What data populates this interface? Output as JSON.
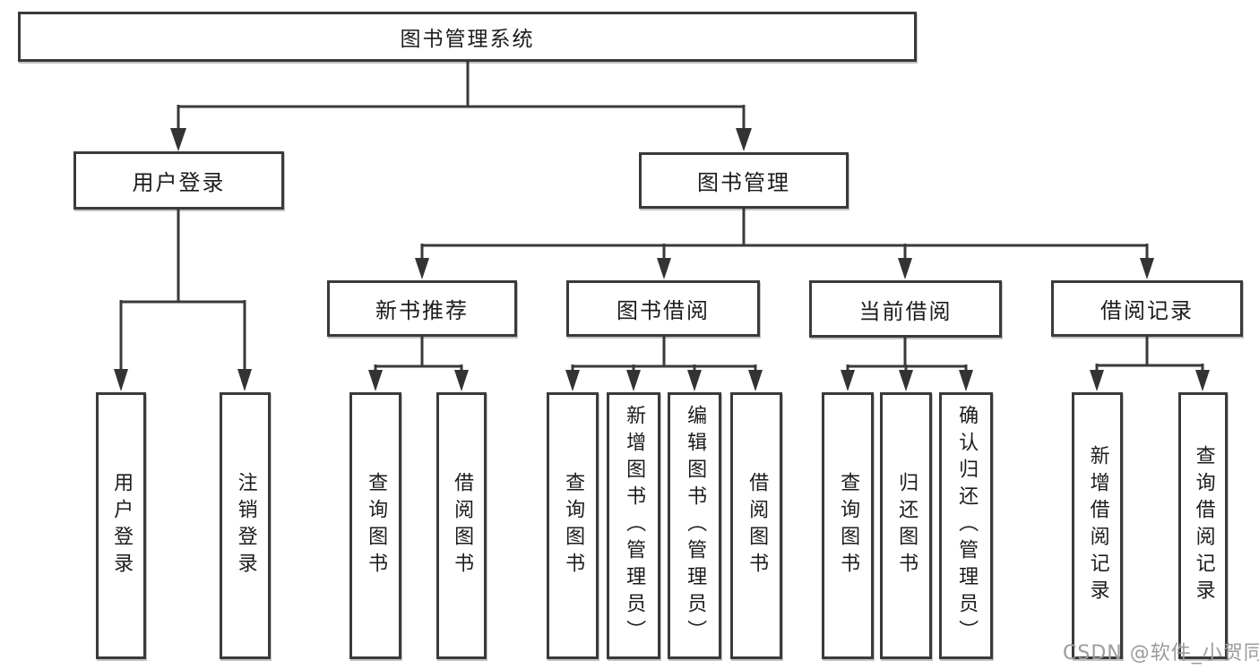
{
  "diagram": {
    "title": "图书管理系统",
    "type": "hierarchy-tree",
    "nodes": {
      "root": {
        "label": "图书管理系统"
      },
      "userLogin": {
        "label": "用户登录"
      },
      "bookMgmt": {
        "label": "图书管理"
      },
      "leafUserLogin": {
        "label": "用户登录"
      },
      "leafLogout": {
        "label": "注销登录"
      },
      "newBookRec": {
        "label": "新书推荐"
      },
      "bookBorrow": {
        "label": "图书借阅"
      },
      "currentBorrow": {
        "label": "当前借阅"
      },
      "borrowRecords": {
        "label": "借阅记录"
      },
      "nbrQuery": {
        "label": "查询图书"
      },
      "nbrBorrow": {
        "label": "借阅图书"
      },
      "bbQuery": {
        "label": "查询图书"
      },
      "bbAdd": {
        "label": "新增图书（管理员）"
      },
      "bbEdit": {
        "label": "编辑图书（管理员）"
      },
      "bbBorrow": {
        "label": "借阅图书"
      },
      "cbQuery": {
        "label": "查询图书"
      },
      "cbReturn": {
        "label": "归还图书"
      },
      "cbConfirm": {
        "label": "确认归还（管理员）"
      },
      "brAdd": {
        "label": "新增借阅记录"
      },
      "brQuery": {
        "label": "查询借阅记录"
      }
    },
    "edges": [
      [
        "root",
        "userLogin"
      ],
      [
        "root",
        "bookMgmt"
      ],
      [
        "userLogin",
        "leafUserLogin"
      ],
      [
        "userLogin",
        "leafLogout"
      ],
      [
        "bookMgmt",
        "newBookRec"
      ],
      [
        "bookMgmt",
        "bookBorrow"
      ],
      [
        "bookMgmt",
        "currentBorrow"
      ],
      [
        "bookMgmt",
        "borrowRecords"
      ],
      [
        "newBookRec",
        "nbrQuery"
      ],
      [
        "newBookRec",
        "nbrBorrow"
      ],
      [
        "bookBorrow",
        "bbQuery"
      ],
      [
        "bookBorrow",
        "bbAdd"
      ],
      [
        "bookBorrow",
        "bbEdit"
      ],
      [
        "bookBorrow",
        "bbBorrow"
      ],
      [
        "currentBorrow",
        "cbQuery"
      ],
      [
        "currentBorrow",
        "cbReturn"
      ],
      [
        "currentBorrow",
        "cbConfirm"
      ],
      [
        "borrowRecords",
        "brAdd"
      ],
      [
        "borrowRecords",
        "brQuery"
      ]
    ],
    "colors": {
      "line": "#3a3a3a",
      "box_border": "#3a3a3a",
      "box_fill": "#ffffff",
      "text": "#1c1c1c",
      "watermark": "#9c9c9c",
      "background": "#ffffff"
    }
  },
  "watermark": {
    "text": "CSDN @软件_小贺同学"
  }
}
